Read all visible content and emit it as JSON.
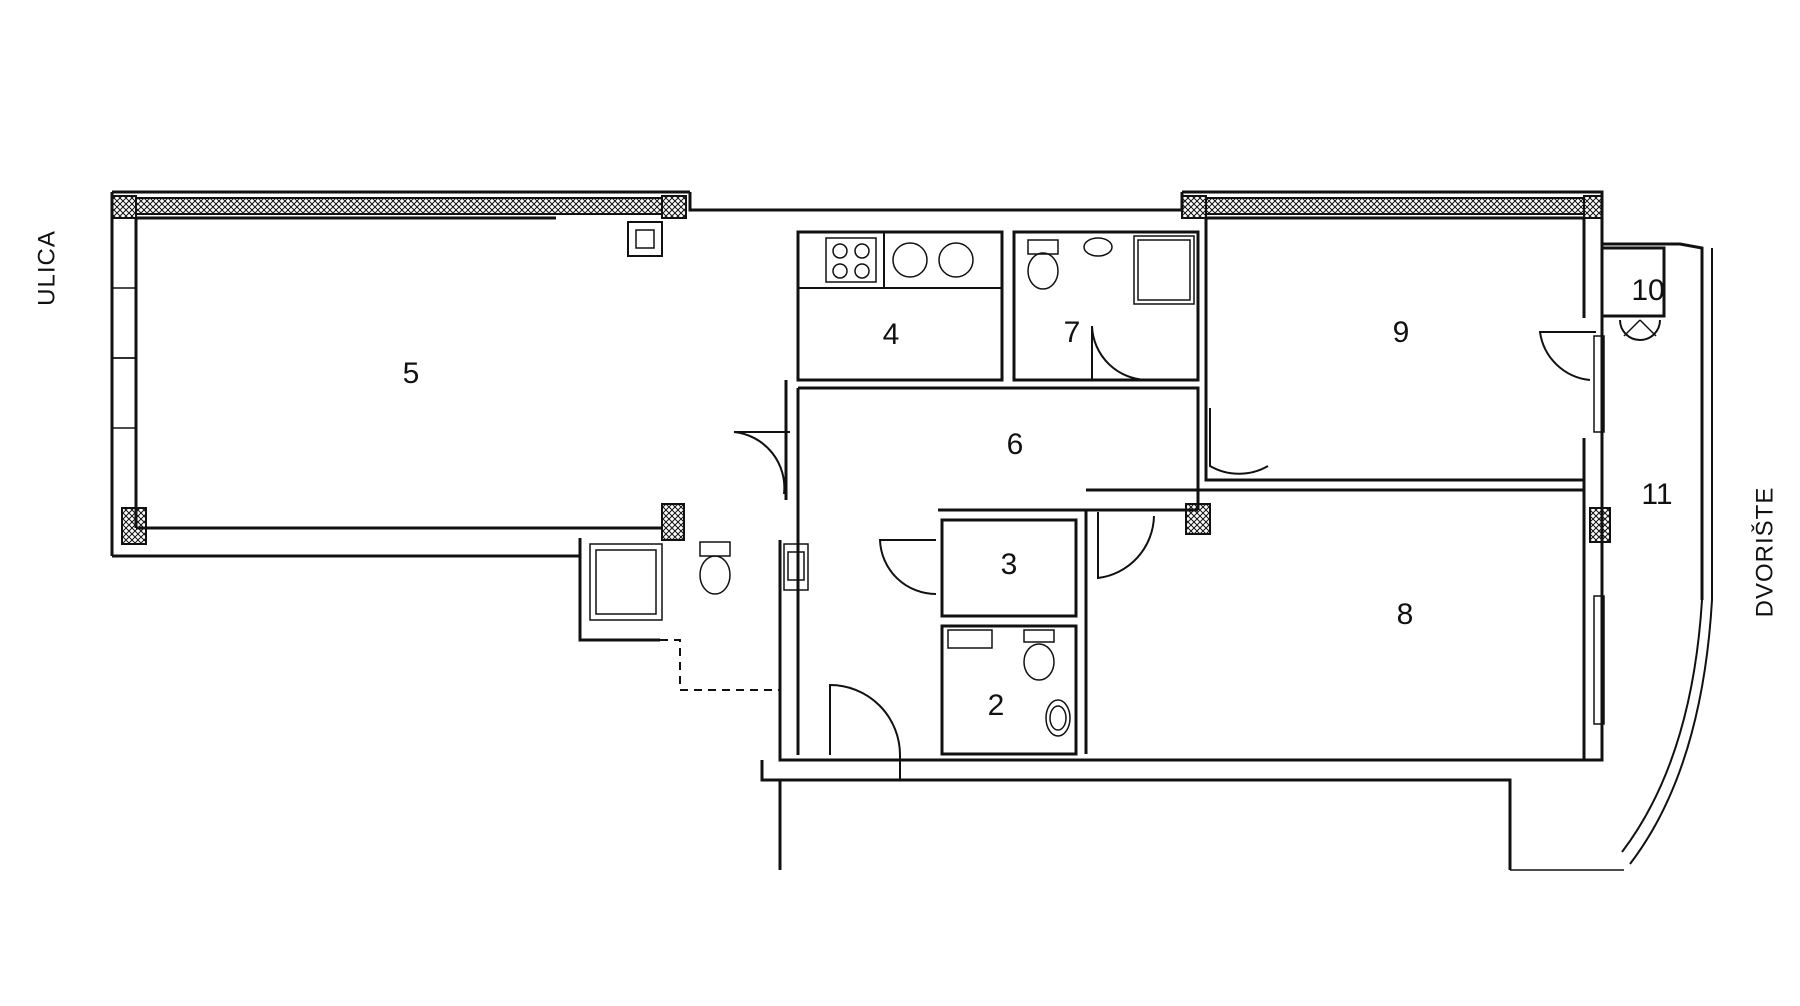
{
  "side_labels": {
    "street": "ULICA",
    "yard": "DVORIŠTE"
  },
  "rooms": {
    "r2": "2",
    "r3": "3",
    "r4": "4",
    "r5": "5",
    "r6": "6",
    "r7": "7",
    "r8": "8",
    "r9": "9",
    "r10": "10",
    "r11": "11"
  },
  "colors": {
    "line": "#111111",
    "background": "#ffffff"
  }
}
